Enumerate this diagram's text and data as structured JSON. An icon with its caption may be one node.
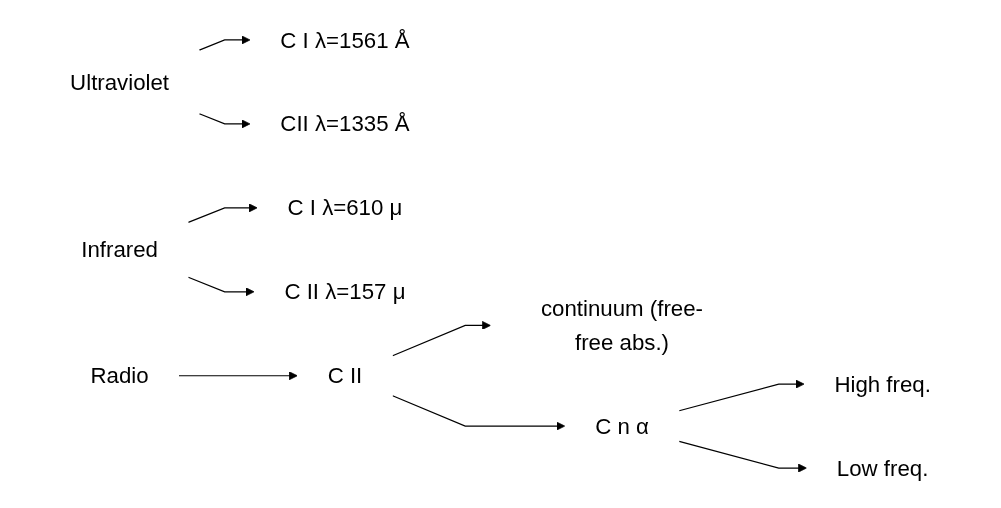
{
  "diagram": {
    "nodes": [
      {
        "text": [
          "Ultraviolet"
        ]
      },
      {
        "text": [
          "C I"
        ],
        "beside": [
          "λ=1561 Å"
        ]
      },
      {
        "text": [
          "CII"
        ],
        "beside": [
          "λ=1335 Å"
        ]
      },
      {
        "text": [
          "Infrared"
        ]
      },
      {
        "text": [
          "C I"
        ],
        "beside": [
          "λ=610 μ"
        ]
      },
      {
        "text": [
          "C II"
        ],
        "beside": [
          "λ=157 μ"
        ]
      },
      {
        "text": [
          "Radio"
        ]
      },
      {
        "text": [
          "C II"
        ]
      },
      {
        "text": [
          "continuum (free-free abs.)"
        ]
      },
      {
        "text": [
          "C n α"
        ]
      },
      {
        "text": [
          "High freq."
        ]
      },
      {
        "text": [
          "Low freq."
        ]
      }
    ],
    "edges": [
      {
        "from": 0,
        "to": 1,
        "arrow": "to"
      },
      {
        "from": 0,
        "to": 2,
        "arrow": "to"
      },
      {
        "from": 3,
        "to": 4,
        "arrow": "to"
      },
      {
        "from": 3,
        "to": 5,
        "arrow": "to"
      },
      {
        "from": 6,
        "to": 7,
        "arrow": "to"
      },
      {
        "from": 7,
        "to": 8,
        "arrow": "to"
      },
      {
        "from": 7,
        "to": 9,
        "arrow": "to"
      },
      {
        "from": 9,
        "to": 10,
        "arrow": "to"
      },
      {
        "from": 9,
        "to": 11,
        "arrow": "to"
      }
    ]
  }
}
